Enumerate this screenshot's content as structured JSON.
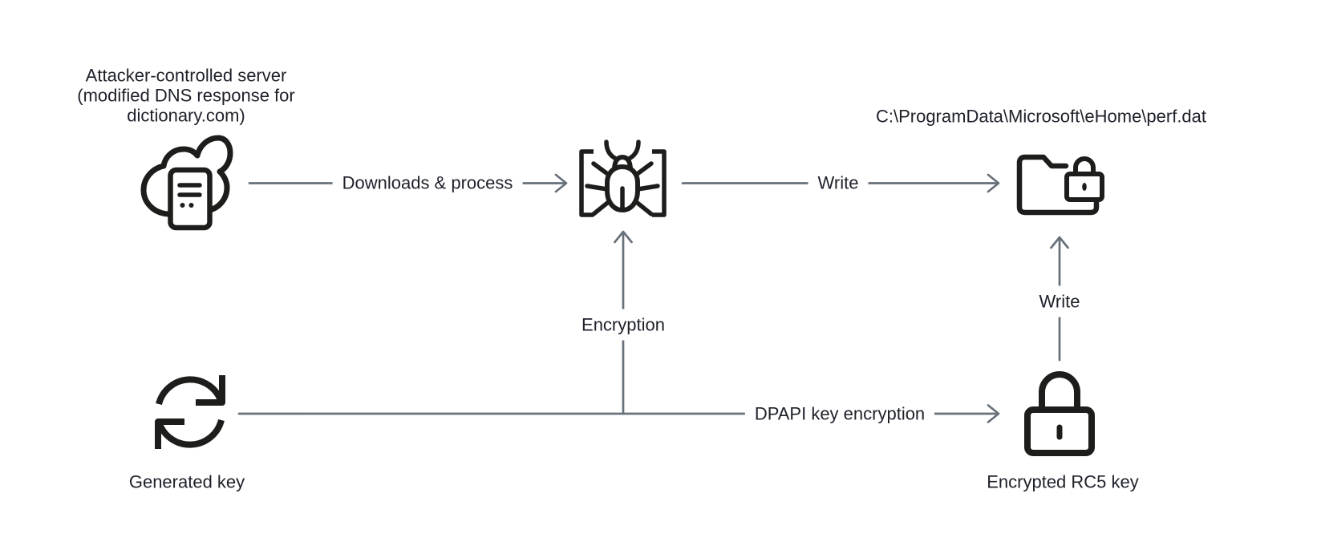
{
  "nodes": {
    "attacker_server": {
      "icon": "cloud-server-icon",
      "label_lines": [
        "Attacker-controlled server",
        "(modified DNS response for",
        "dictionary.com)"
      ]
    },
    "malware": {
      "icon": "bug-brackets-icon"
    },
    "output_file": {
      "icon": "folder-lock-icon",
      "path": "C:\\ProgramData\\Microsoft\\eHome\\perf.dat"
    },
    "generated_key": {
      "icon": "refresh-icon",
      "label": "Generated key"
    },
    "encrypted_key": {
      "icon": "lock-icon",
      "label": "Encrypted RC5 key"
    }
  },
  "edges": {
    "downloads": {
      "label": "Downloads & process"
    },
    "write_top": {
      "label": "Write"
    },
    "encryption": {
      "label": "Encryption"
    },
    "write_right": {
      "label": "Write"
    },
    "dpapi": {
      "label": "DPAPI key encryption"
    }
  },
  "colors": {
    "icon": "#1d1d1b",
    "text": "#1e202a",
    "line": "#68707a",
    "background": "#ffffff"
  }
}
